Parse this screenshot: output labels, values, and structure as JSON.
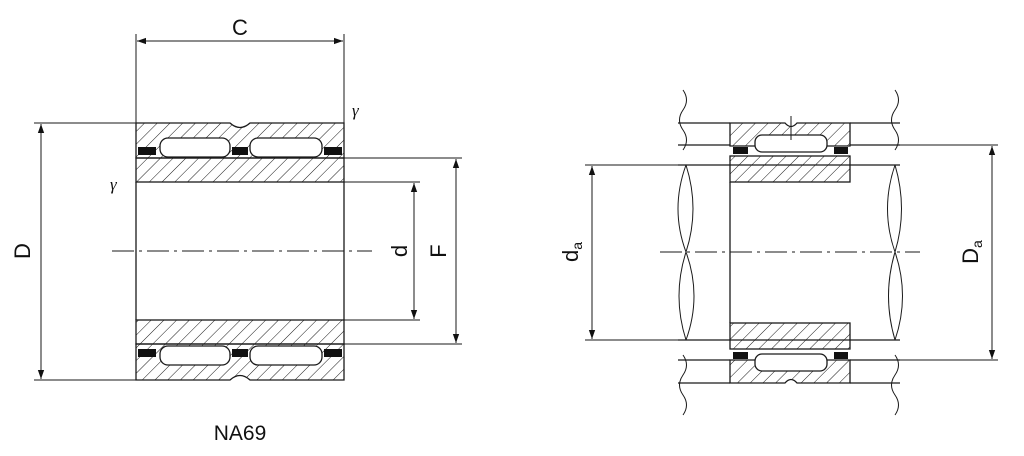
{
  "left_view": {
    "dimensions": {
      "C": "C",
      "D": "D",
      "d": "d",
      "F": "F"
    },
    "radius_symbol": "γ",
    "caption": "NA69"
  },
  "right_view": {
    "dimensions": {
      "da_main": "d",
      "da_sub": "a",
      "Da_main": "D",
      "Da_sub": "a"
    }
  }
}
